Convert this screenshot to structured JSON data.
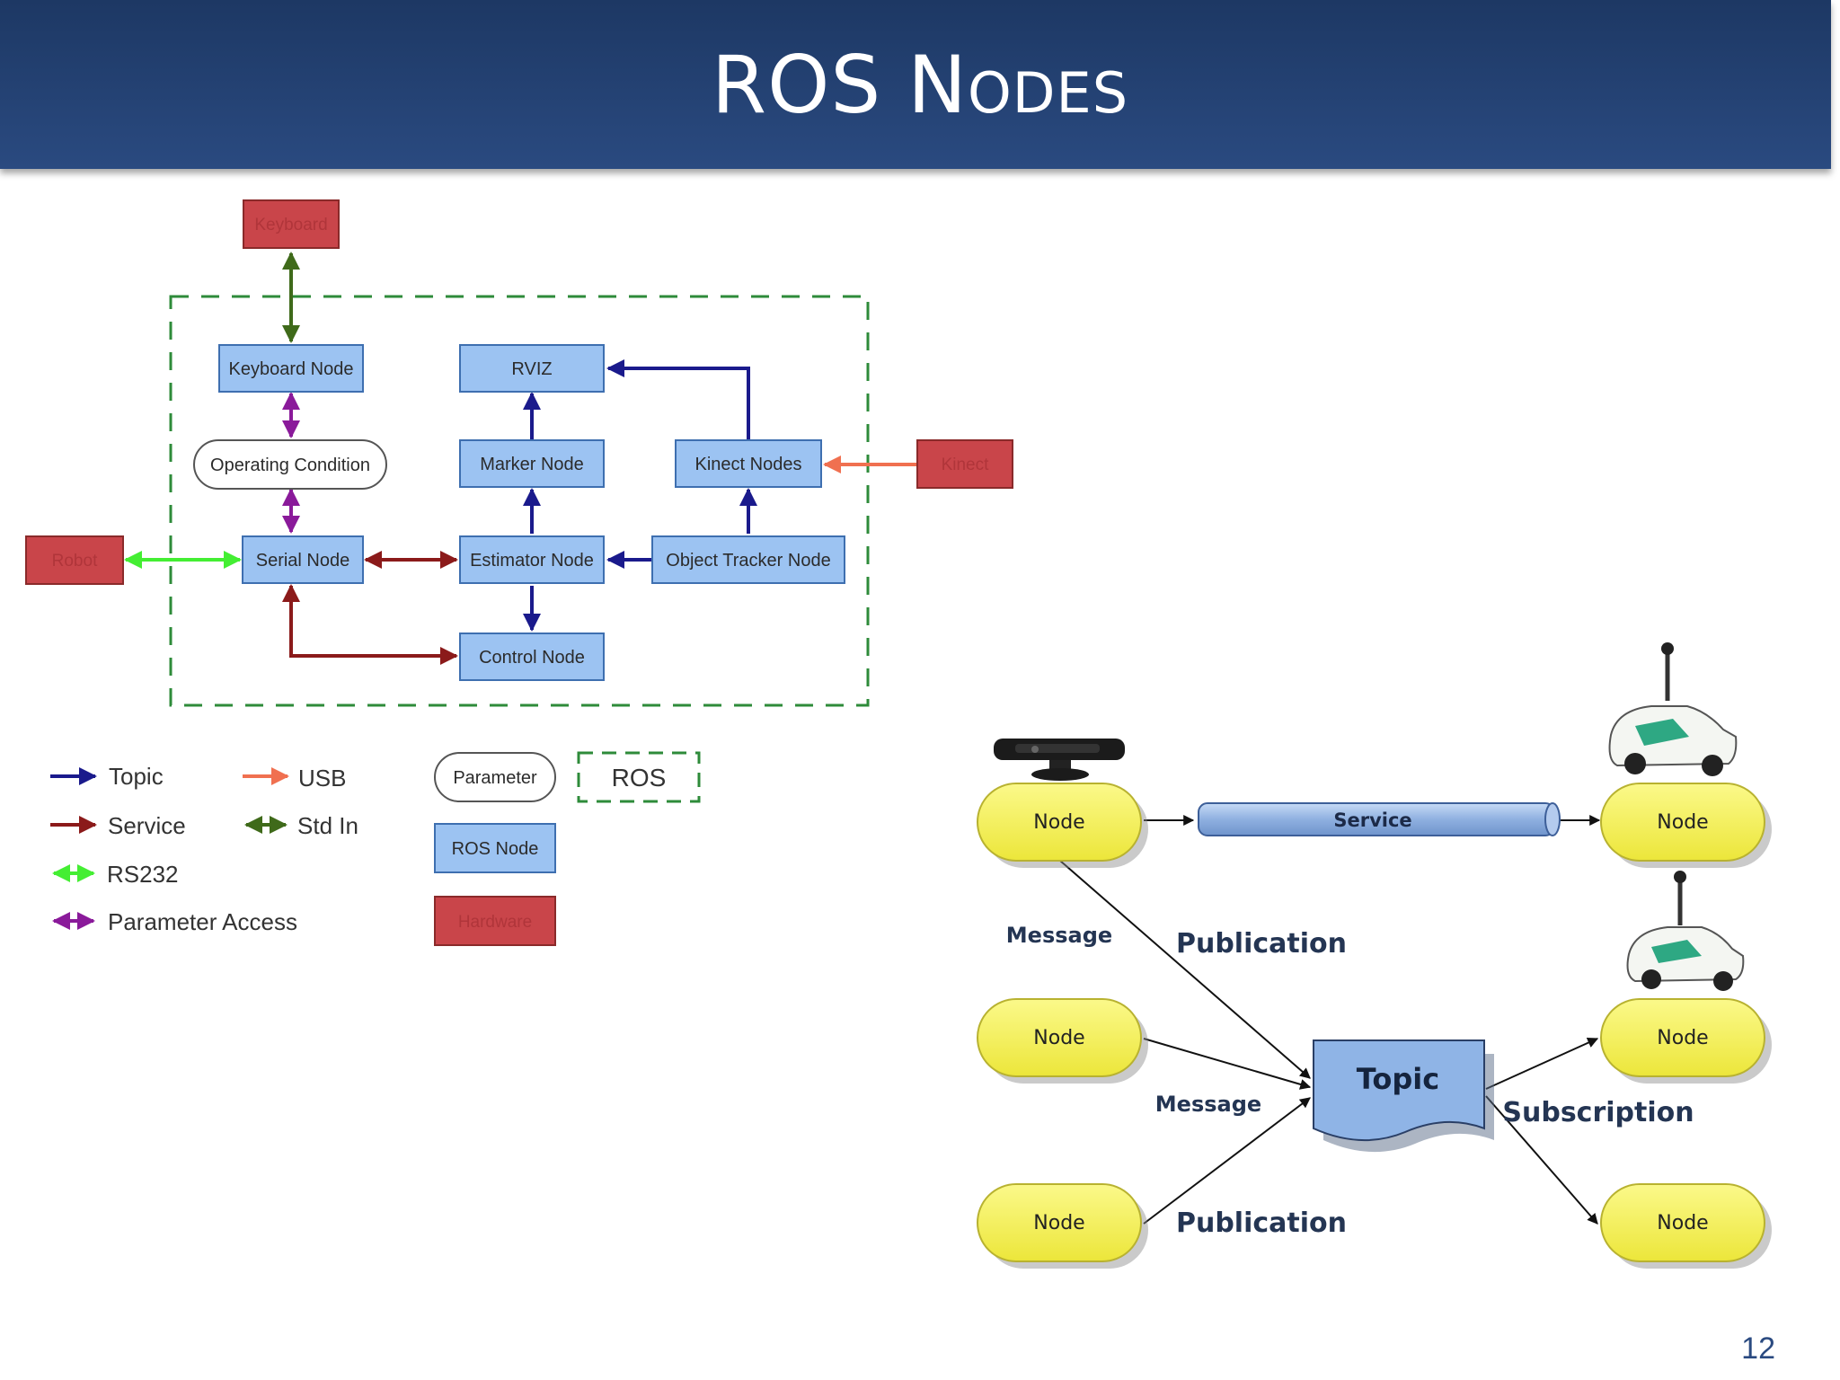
{
  "slide": {
    "title": "ROS Nodes",
    "page_number": "12"
  },
  "left_diagram": {
    "hardware": {
      "keyboard": "Keyboard",
      "robot": "Robot",
      "kinect": "Kinect"
    },
    "nodes": {
      "keyboard_node": "Keyboard Node",
      "rviz": "RVIZ",
      "operating_condition": "Operating Condition",
      "marker_node": "Marker Node",
      "kinect_nodes": "Kinect Nodes",
      "serial_node": "Serial Node",
      "estimator_node": "Estimator Node",
      "object_tracker_node": "Object Tracker Node",
      "control_node": "Control Node"
    },
    "legend": {
      "topic": "Topic",
      "service": "Service",
      "rs232": "RS232",
      "parameter_access": "Parameter Access",
      "usb": "USB",
      "std_in": "Std In",
      "parameter": "Parameter",
      "ros": "ROS",
      "ros_node": "ROS Node",
      "hardware": "Hardware"
    },
    "colors": {
      "topic": "#1a1a8c",
      "service": "#8b1a1a",
      "rs232": "#44ee33",
      "parameter_access": "#8a1a9a",
      "usb": "#f07050",
      "std_in": "#3f6a1a",
      "ros_dashed": "#2e8b3a",
      "node_fill": "#9cc3f2",
      "hardware_fill": "#c9454a"
    }
  },
  "right_diagram": {
    "nodes": [
      "Node",
      "Node",
      "Node",
      "Node",
      "Node",
      "Node"
    ],
    "service": "Service",
    "topic": "Topic",
    "labels": {
      "message_1": "Message",
      "publication_1": "Publication",
      "message_2": "Message",
      "publication_2": "Publication",
      "subscription": "Subscription"
    },
    "colors": {
      "node_fill": "#f4f05a",
      "topic_fill": "#8fb4e6",
      "service_fill": "#9bbbe8"
    }
  }
}
